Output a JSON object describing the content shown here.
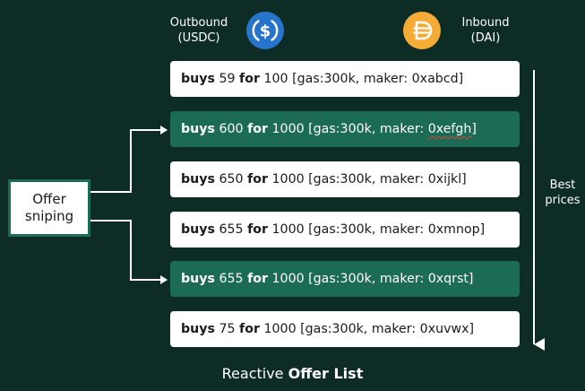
{
  "header": {
    "outbound_label": "Outbound",
    "outbound_token": "(USDC)",
    "inbound_label": "Inbound",
    "inbound_token": "(DAI)",
    "outbound_icon": "usdc-coin-icon",
    "inbound_icon": "dai-coin-icon",
    "usdc_color": "#2775ca",
    "dai_color": "#f5ac37"
  },
  "offers": [
    {
      "verb": "buys",
      "amount": "59",
      "conj": "for",
      "price": "100",
      "gas": "[gas:300k, maker: ",
      "maker": "0xabcd",
      "end": "]",
      "highlighted": false
    },
    {
      "verb": "buys",
      "amount": "600",
      "conj": "for",
      "price": "1000",
      "gas": "[gas:300k, maker: ",
      "maker": "0xefgh",
      "end": "]",
      "highlighted": true
    },
    {
      "verb": "buys",
      "amount": "650",
      "conj": "for",
      "price": "1000",
      "gas": "[gas:300k, maker: ",
      "maker": "0xijkl",
      "end": "]",
      "highlighted": false
    },
    {
      "verb": "buys",
      "amount": "655",
      "conj": "for",
      "price": "1000",
      "gas": "[gas:300k, maker: ",
      "maker": "0xmnop",
      "end": "]",
      "highlighted": false
    },
    {
      "verb": "buys",
      "amount": "655",
      "conj": "for",
      "price": "1000",
      "gas": "[gas:300k, maker: ",
      "maker": "0xqrst",
      "end": "]",
      "highlighted": true
    },
    {
      "verb": "buys",
      "amount": "75",
      "conj": "for",
      "price": "1000",
      "gas": "[gas:300k, maker: ",
      "maker": "0xuvwx",
      "end": "]",
      "highlighted": false
    }
  ],
  "sniping": {
    "line1": "Offer",
    "line2": "sniping"
  },
  "best_prices": {
    "line1": "Best",
    "line2": "prices"
  },
  "footer": {
    "prefix": "Reactive ",
    "bold": "Offer List"
  },
  "colors": {
    "background": "#0d2c26",
    "highlight": "#1c6b55",
    "card": "#ffffff"
  }
}
